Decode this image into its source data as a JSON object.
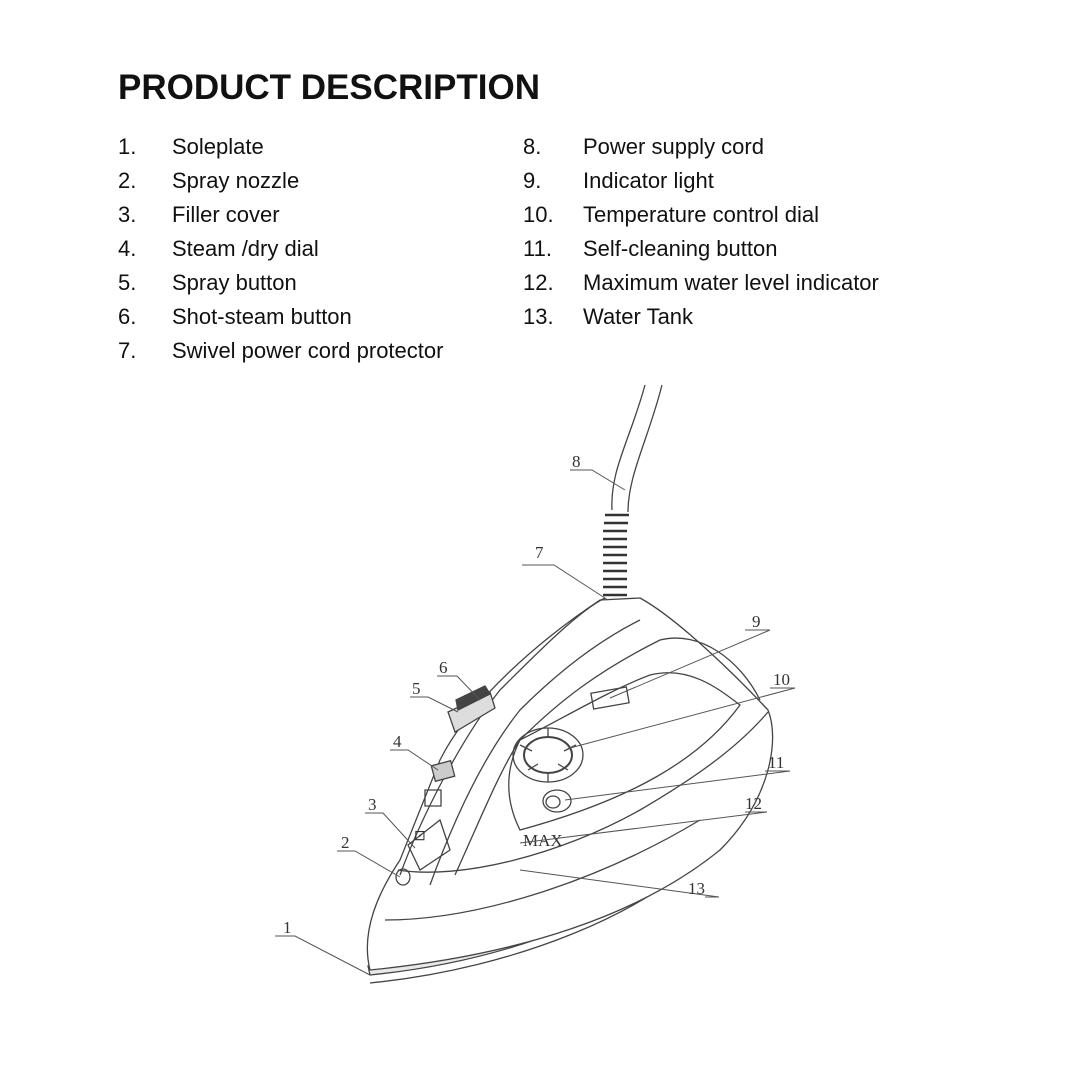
{
  "title": "PRODUCT DESCRIPTION",
  "parts_left": [
    {
      "num": "1.",
      "label": "Soleplate"
    },
    {
      "num": "2.",
      "label": "Spray nozzle"
    },
    {
      "num": "3.",
      "label": "Filler cover"
    },
    {
      "num": "4.",
      "label": "Steam /dry dial"
    },
    {
      "num": "5.",
      "label": "Spray button"
    },
    {
      "num": "6.",
      "label": "Shot-steam button"
    },
    {
      "num": "7.",
      "label": "Swivel power cord protector"
    }
  ],
  "parts_right": [
    {
      "num": "8.",
      "label": "Power supply cord"
    },
    {
      "num": "9.",
      "label": "Indicator light"
    },
    {
      "num": "10.",
      "label": "Temperature control dial"
    },
    {
      "num": "11.",
      "label": "Self-cleaning button"
    },
    {
      "num": "12.",
      "label": "Maximum water level indicator"
    },
    {
      "num": "13.",
      "label": "Water Tank"
    }
  ],
  "diagram": {
    "callouts": [
      "1",
      "2",
      "3",
      "4",
      "5",
      "6",
      "7",
      "8",
      "9",
      "10",
      "11",
      "12",
      "13"
    ],
    "max_mark": "MAX"
  }
}
